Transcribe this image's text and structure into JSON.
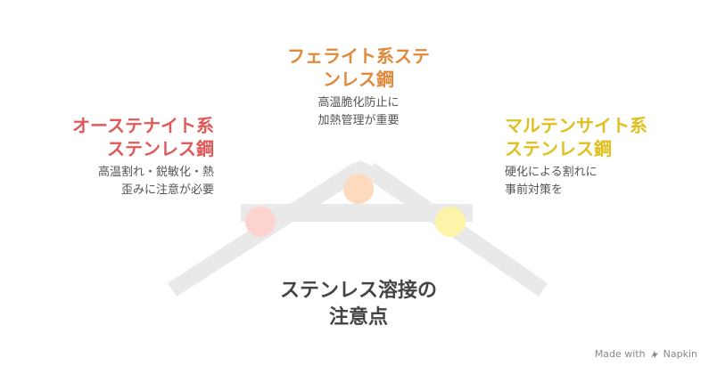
{
  "colors": {
    "left": "#e05a5a",
    "middle": "#e08a3c",
    "right": "#e0c020",
    "left_node": "#fdd3d0",
    "middle_node": "#fdd9bd",
    "right_node": "#fdf3a9",
    "beam": "#e9e9e9"
  },
  "left": {
    "title_line1": "オーステナイト系",
    "title_line2": "ステンレス鋼",
    "desc_line1": "高温割れ・鋭敏化・熱",
    "desc_line2": "歪みに注意が必要"
  },
  "middle": {
    "title_line1": "フェライト系ステ",
    "title_line2": "ンレス鋼",
    "desc_line1": "高温脆化防止に",
    "desc_line2": "加熱管理が重要"
  },
  "right": {
    "title_line1": "マルテンサイト系",
    "title_line2": "ステンレス鋼",
    "desc_line1": "硬化による割れに",
    "desc_line2": "事前対策を"
  },
  "main": {
    "line1": "ステンレス溶接の",
    "line2": "注意点"
  },
  "footer": {
    "text": "Made with",
    "brand": "Napkin",
    "icon": "napkin-logo-icon"
  }
}
